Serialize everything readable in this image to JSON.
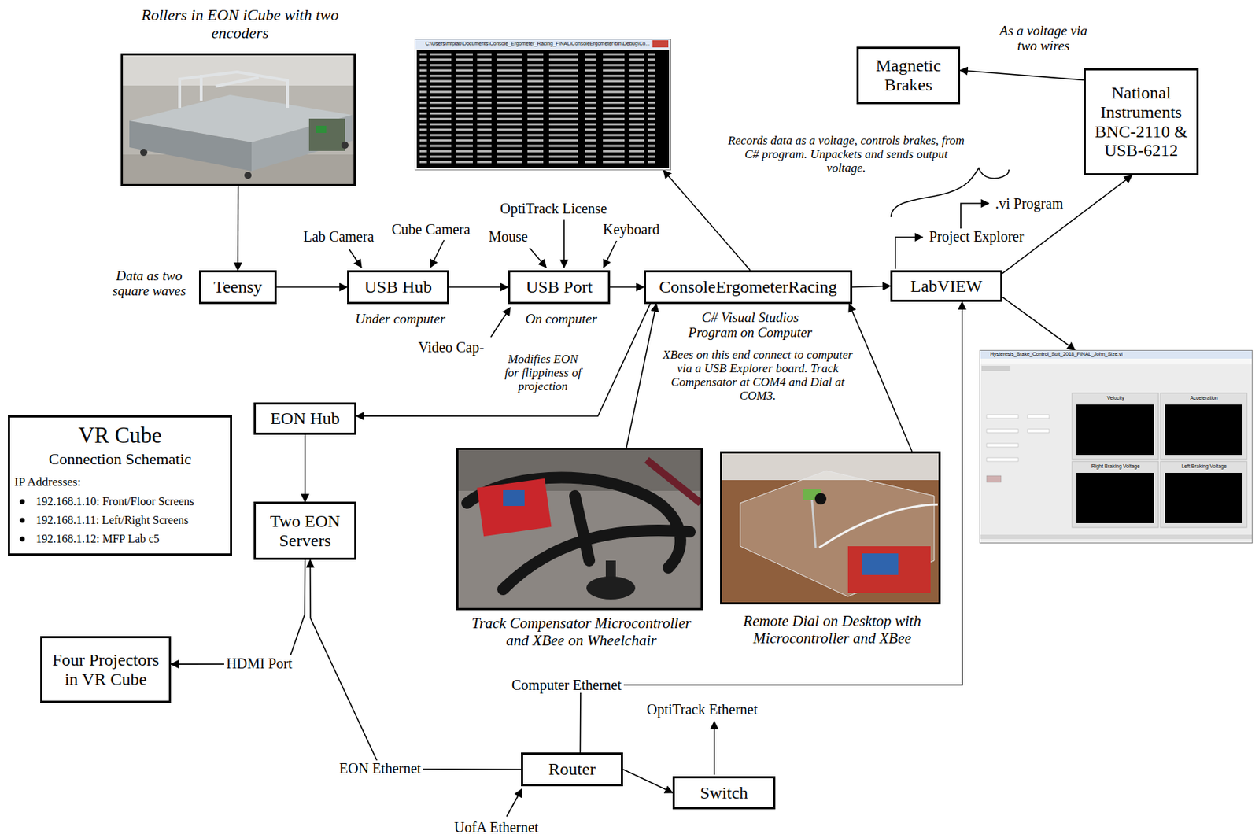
{
  "diagram": {
    "nodes": [
      {
        "text": [
          "Rollers in EON iCube with two encoders"
        ]
      },
      {
        "text": [
          "C:\\Users\\mfplab\\Documents\\Console_Ergometer_Racing_FINAL\\ConsoleErgometer\\bin\\Debug\\Co..."
        ]
      },
      {
        "text": [
          "Magnetic Brakes"
        ]
      },
      {
        "text": [
          "National Instruments BNC-2110 & USB-6212"
        ]
      },
      {
        "text": [
          "Teensy"
        ]
      },
      {
        "text": [
          "USB Hub",
          "Under computer"
        ]
      },
      {
        "text": [
          "USB Port",
          "On computer"
        ]
      },
      {
        "text": [
          "ConsoleErgometerRacing",
          "C# Visual Studios Program on Computer"
        ]
      },
      {
        "text": [
          "LabVIEW"
        ]
      },
      {
        "text": [
          "Hysteresis_Brake_Control_Suit_2018_FINAL_John_Size.vi",
          "Velocity",
          "Acceleration",
          "Right Braking Voltage",
          "Left Braking Voltage"
        ]
      },
      {
        "text": [
          "VR Cube",
          "Connection Schematic",
          "IP Addresses:",
          "192.168.1.10: Front/Floor Screens",
          "192.168.1.11: Left/Right Screens",
          "192.168.1.12: MFP Lab c5"
        ]
      },
      {
        "text": [
          "EON Hub"
        ]
      },
      {
        "text": [
          "Two EON Servers"
        ]
      },
      {
        "text": [
          "Track Compensator Microcontroller and XBee on Wheelchair"
        ]
      },
      {
        "text": [
          "Remote Dial on Desktop with Microcontroller and XBee"
        ]
      },
      {
        "text": [
          "Four Projectors in VR Cube"
        ]
      },
      {
        "text": [
          "Router"
        ]
      },
      {
        "text": [
          "Switch"
        ]
      }
    ],
    "edges": [
      {
        "from": 0,
        "to": 4,
        "arrow": "to"
      },
      {
        "from": 4,
        "to": 5,
        "arrow": "to"
      },
      {
        "from": 5,
        "to": 6,
        "arrow": "to"
      },
      {
        "from": 6,
        "to": 7,
        "arrow": "to"
      },
      {
        "from": 7,
        "to": 1,
        "arrow": "to"
      },
      {
        "from": 7,
        "to": 8,
        "arrow": "to"
      },
      {
        "from": 8,
        "to": 3,
        "arrow": "to"
      },
      {
        "from": 3,
        "to": 2,
        "label": "As a voltage via two wires",
        "arrow": "to"
      },
      {
        "from": 8,
        "to": 9,
        "arrow": "to"
      },
      {
        "from": 7,
        "to": 11,
        "label": "Modifies EON for flippiness of projection",
        "arrow": "to"
      },
      {
        "from": 13,
        "to": 7,
        "arrow": "to"
      },
      {
        "from": 14,
        "to": 7,
        "arrow": "to"
      },
      {
        "from": 11,
        "to": 12,
        "arrow": "to"
      },
      {
        "from": 12,
        "to": 15,
        "label": "HDMI Port",
        "arrow": "to"
      },
      {
        "from": 16,
        "to": 12,
        "label": "EON Ethernet",
        "arrow": "to"
      },
      {
        "from": 16,
        "to": 8,
        "label": "Computer Ethernet",
        "arrow": "to"
      },
      {
        "from": 16,
        "to": 17,
        "arrow": "to"
      }
    ],
    "labels": [
      "Data as two square waves",
      "Lab Camera",
      "Cube Camera",
      "OptiTrack License",
      "Mouse",
      "Keyboard",
      "Video Cap-",
      "Records data as a voltage, controls brakes, from C# program. Unpackets and sends output voltage.",
      "Project Explorer",
      ".vi Program",
      "XBees on this end connect to computer via a USB Explorer board. Track Compensator at COM4 and Dial at COM3.",
      "OptiTrack Ethernet",
      "UofA Ethernet"
    ]
  }
}
